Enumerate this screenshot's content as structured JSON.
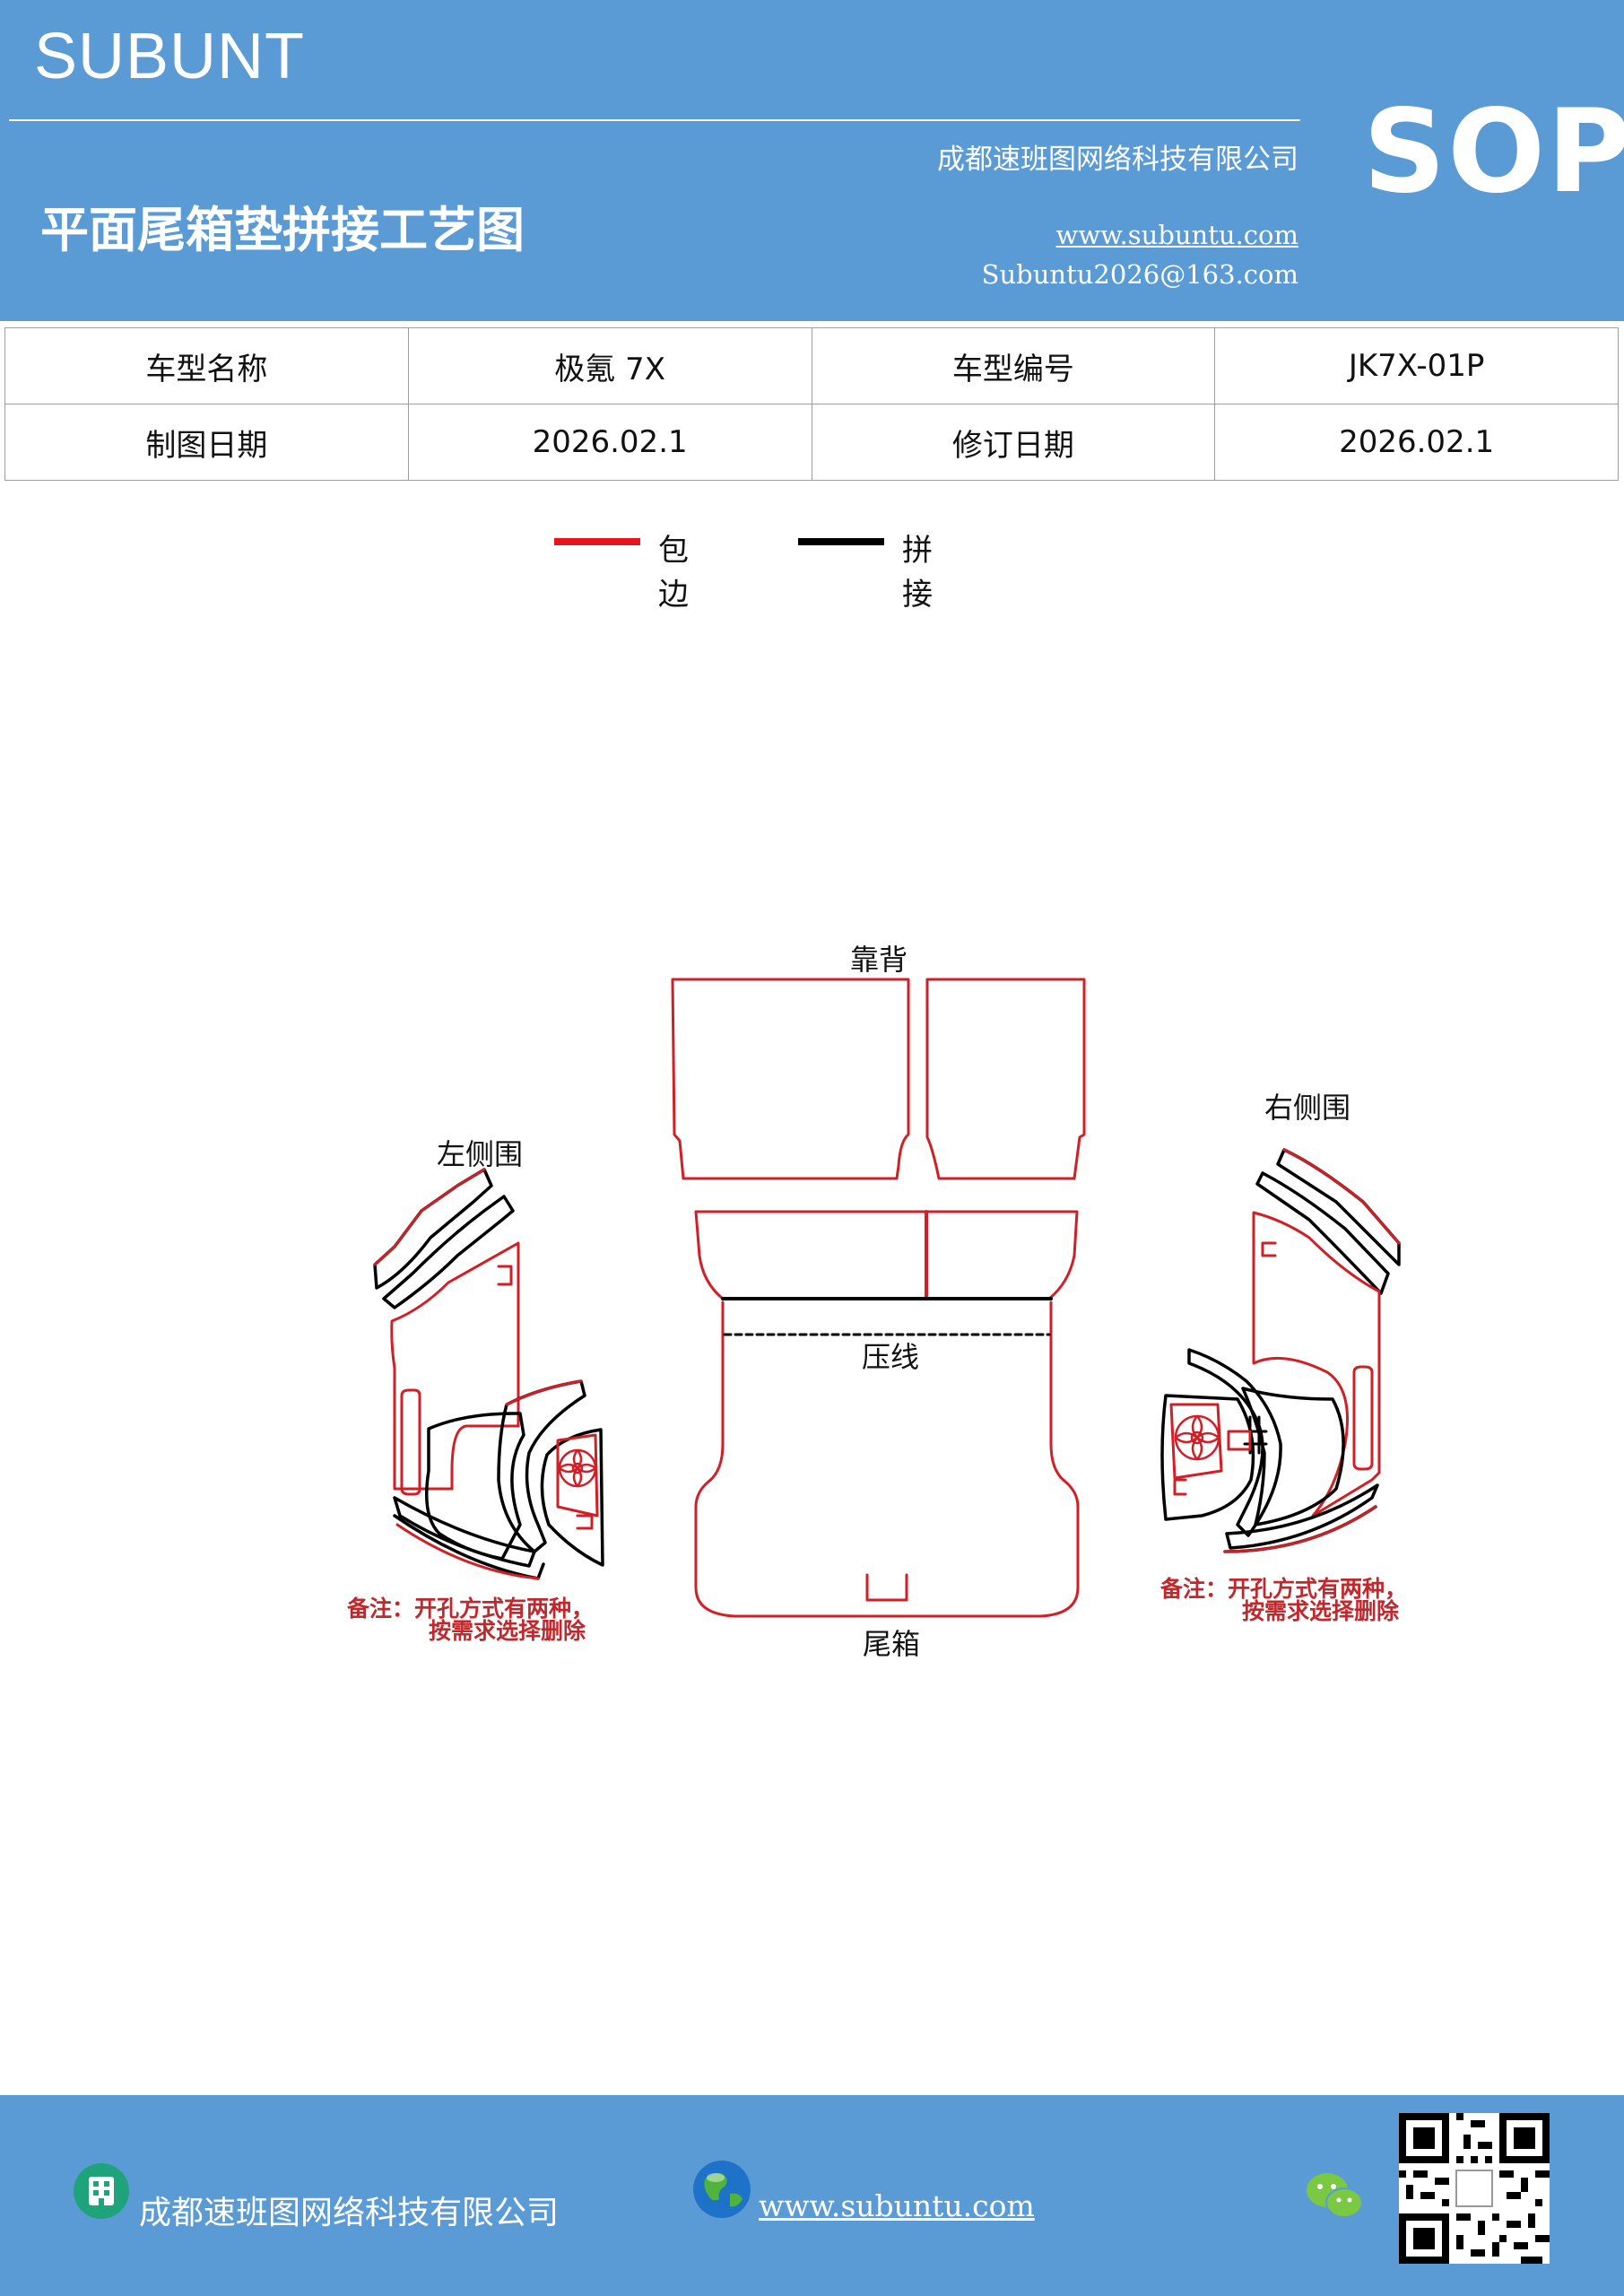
{
  "header": {
    "brand": "SUBUNT",
    "company": "成都速班图网络科技有限公司",
    "title": "平面尾箱垫拼接工艺图",
    "website": "www.subuntu.com",
    "email": "Subuntu2026@163.com",
    "badge": "SOP"
  },
  "info_table": {
    "rows": [
      [
        "车型名称",
        "极氪 7X",
        "车型编号",
        "JK7X-01P"
      ],
      [
        "制图日期",
        "2026.02.1",
        "修订日期",
        "2026.02.1"
      ]
    ]
  },
  "legend": {
    "items": [
      {
        "label": "包边",
        "color": "#e8141b"
      },
      {
        "label": "拼接",
        "color": "#000000"
      }
    ]
  },
  "diagram": {
    "labels": {
      "backrest": "靠背",
      "left_side": "左侧围",
      "right_side": "右侧围",
      "crease": "压线",
      "trunk": "尾箱"
    },
    "notes": {
      "left": [
        "备注：开孔方式有两种，",
        "按需求选择删除"
      ],
      "right": [
        "备注：开孔方式有两种，",
        "按需求选择删除"
      ]
    },
    "colors": {
      "edge": "#d01f27",
      "seam": "#000000"
    }
  },
  "footer": {
    "company": "成都速班图网络科技有限公司",
    "website": "www.subuntu.com",
    "icons": [
      "building-icon",
      "globe-icon",
      "wechat-icon",
      "qr-code"
    ]
  }
}
